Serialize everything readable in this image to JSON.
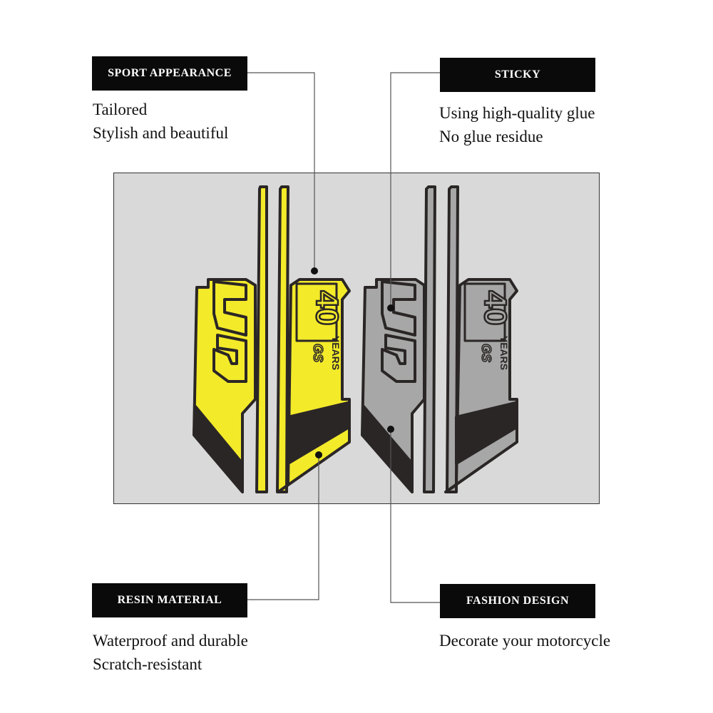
{
  "callouts": {
    "sport": {
      "title": "SPORT APPEARANCE",
      "lines": [
        "Tailored",
        "Stylish and beautiful"
      ]
    },
    "sticky": {
      "title": "STICKY",
      "lines": [
        "Using high-quality glue",
        "No glue residue"
      ]
    },
    "resin": {
      "title": "RESIN MATERIAL",
      "lines": [
        "Waterproof and durable",
        "Scratch-resistant"
      ]
    },
    "fashion": {
      "title": "FASHION DESIGN",
      "lines": [
        "Decorate your motorcycle"
      ]
    }
  },
  "decal": {
    "number": "40",
    "years": "YEARS",
    "model": "GS"
  },
  "colors": {
    "yellow": "#f3ea2a",
    "gray": "#a7a7a7",
    "dark": "#2b2626",
    "panel": "#d9d9d9"
  }
}
